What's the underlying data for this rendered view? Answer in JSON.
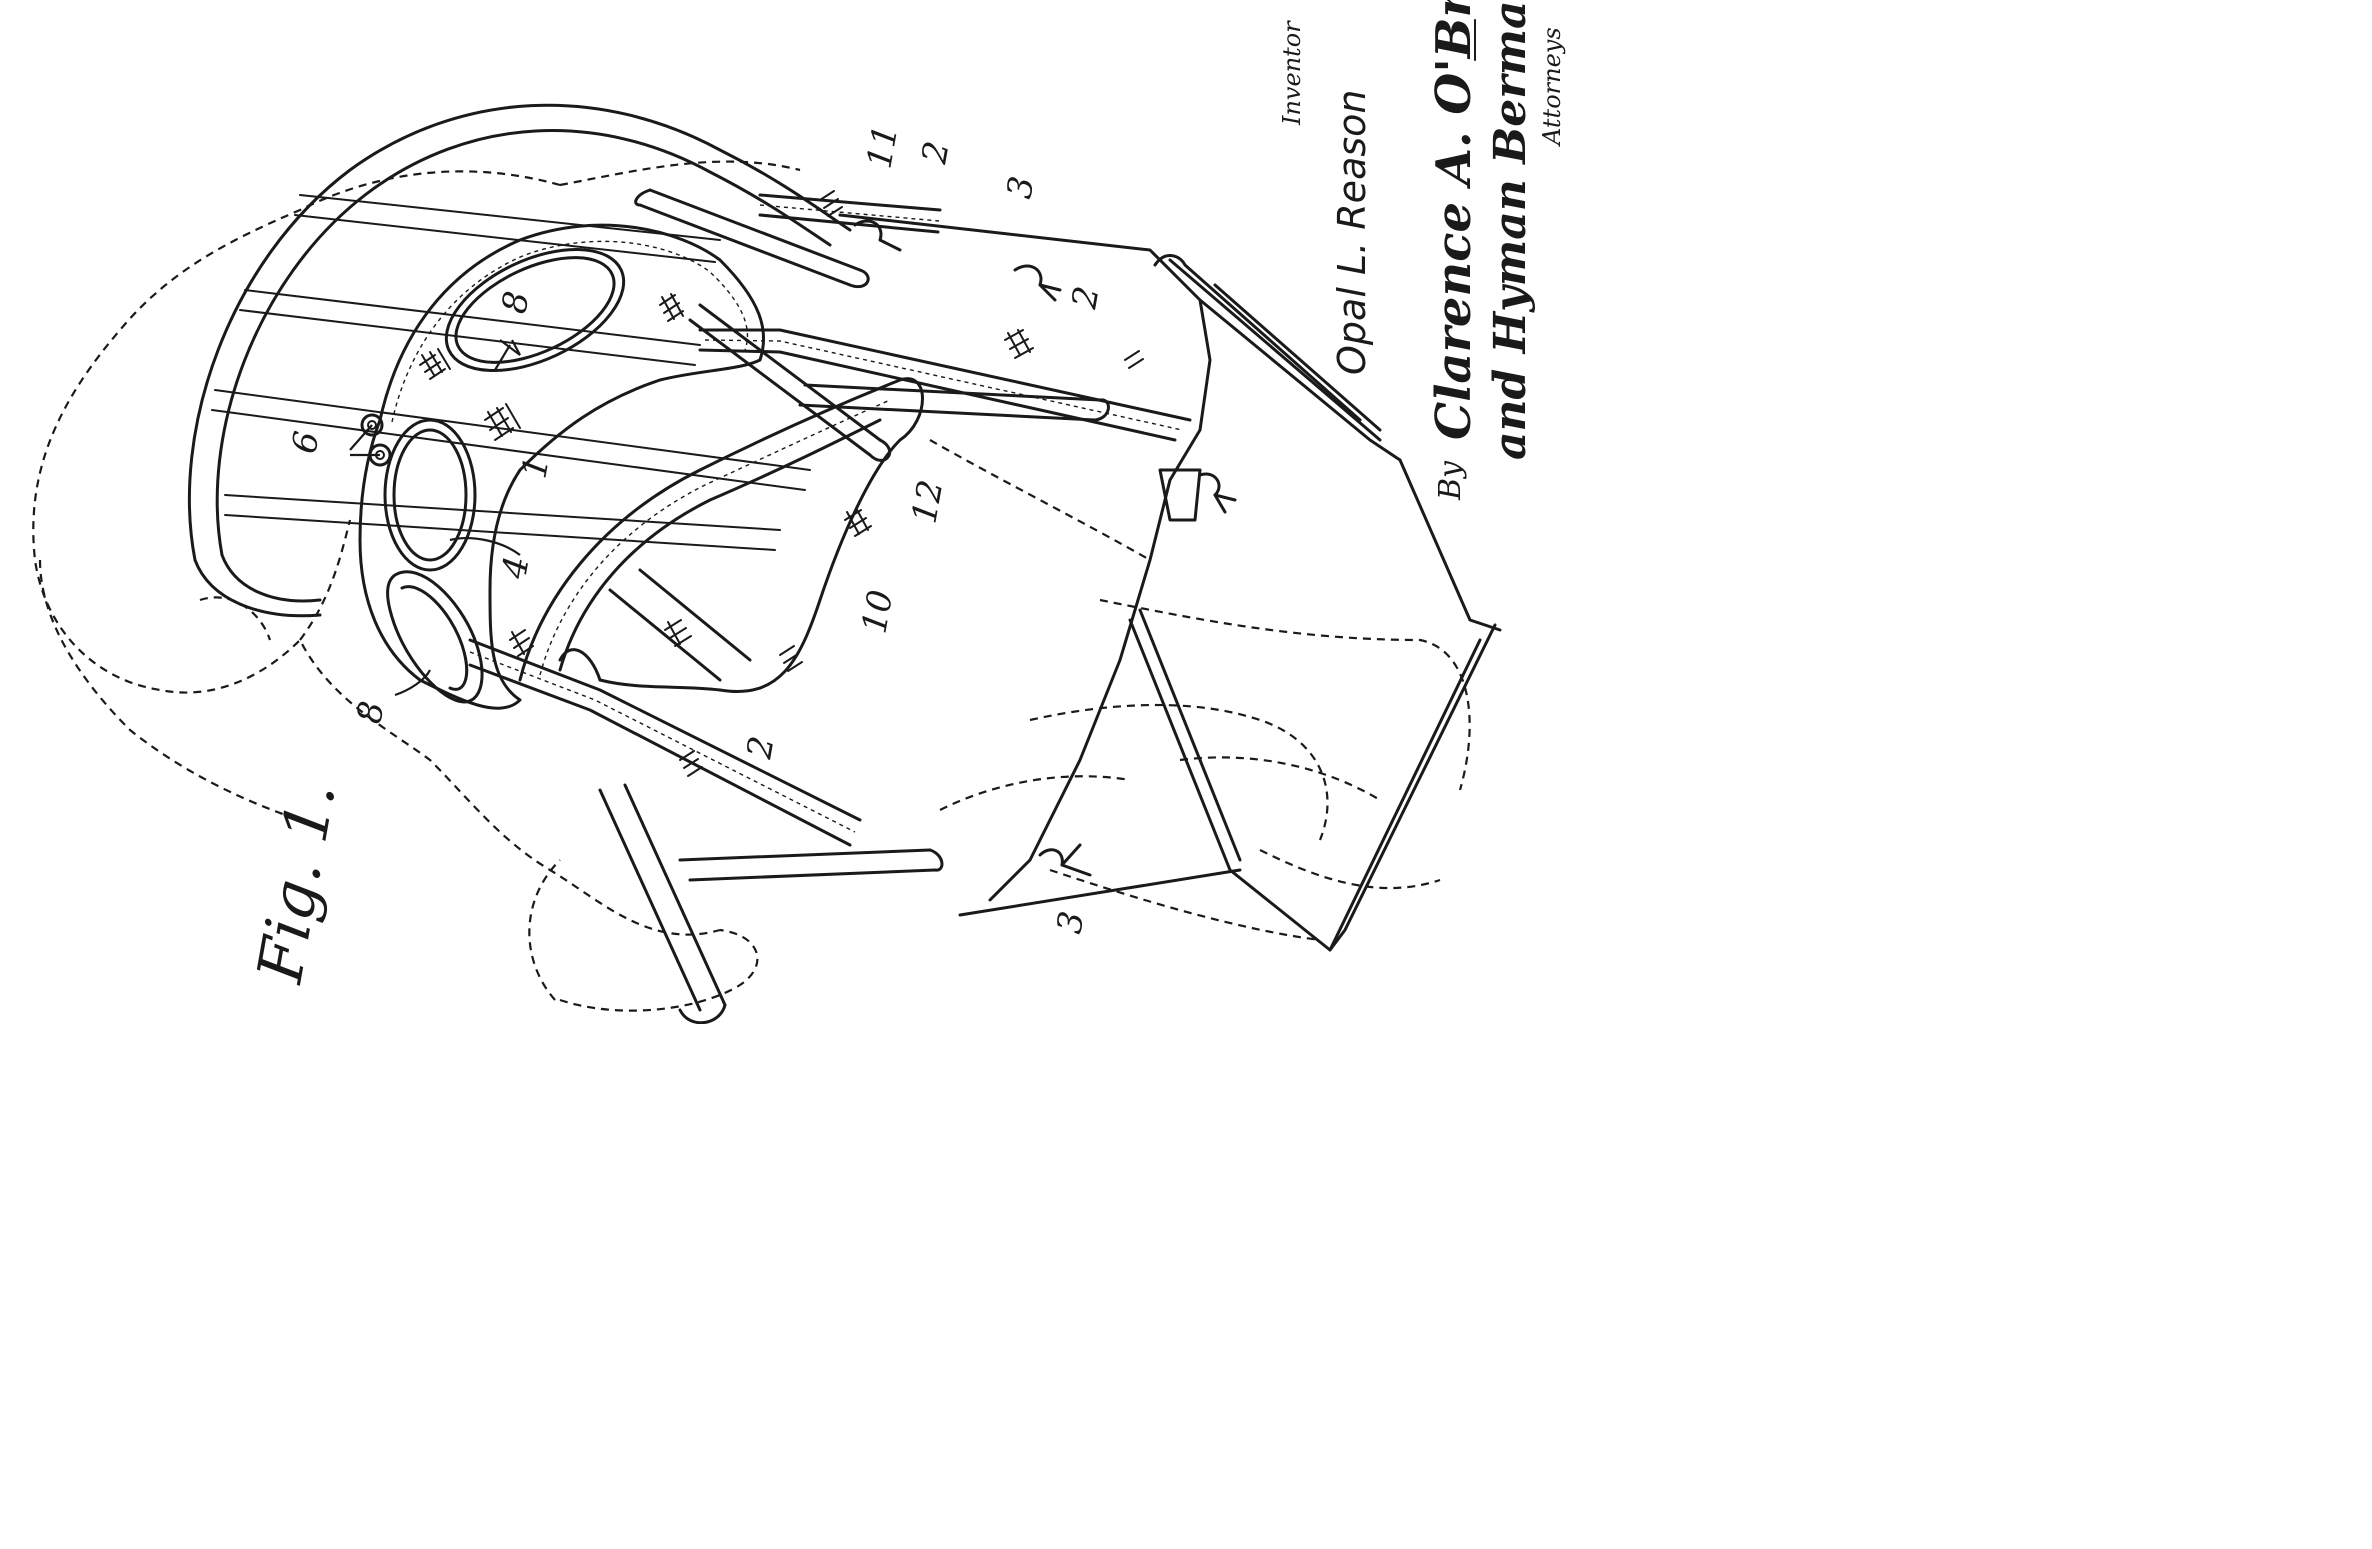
{
  "figure": {
    "label": "Fig. 1."
  },
  "reference_numerals": {
    "n1": "1",
    "n2_top": "2",
    "n2_middle": "2",
    "n2_left": "2",
    "n3_top": "3",
    "n3_bottom": "3",
    "n4": "4",
    "n6": "6",
    "n8_top": "8",
    "n8_left": "8",
    "n10": "10",
    "n11": "11",
    "n12": "12"
  },
  "inventor_block": {
    "heading": "Inventor",
    "name": "Opal L. Reason",
    "by": "By",
    "attorney_line1": "Clarence A. O'Brien",
    "attorney_line2": "and Hyman Berman",
    "attorneys_label": "Attorneys"
  }
}
